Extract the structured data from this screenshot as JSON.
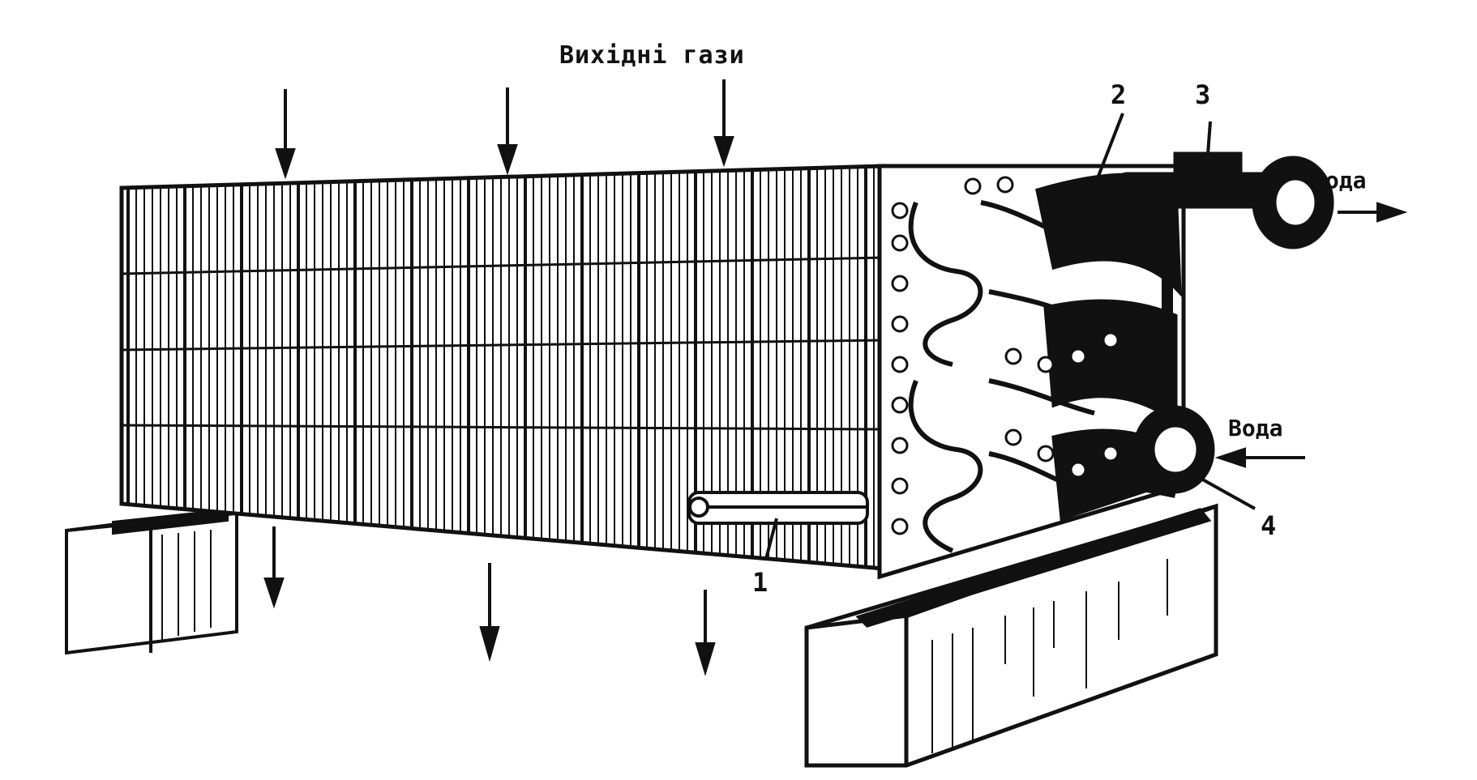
{
  "labels": {
    "title": "Вихідні гази",
    "water_out": "Вода",
    "water_in": "Вода",
    "callout_1": "1",
    "callout_2": "2",
    "callout_3": "3",
    "callout_4": "4"
  },
  "colors": {
    "ink": "#111111",
    "paper": "#ffffff"
  }
}
